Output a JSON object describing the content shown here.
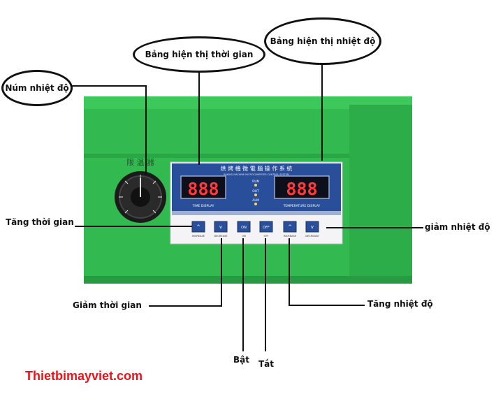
{
  "callouts": {
    "time_display": "Bảng hiện thị thời gian",
    "temp_display": "Bảng hiện thị nhiệt độ",
    "temp_knob": "Núm nhiệt độ",
    "time_increase": "Tăng thời gian",
    "temp_decrease": "giảm nhiệt độ",
    "time_decrease": "Giảm thời gian",
    "temp_increase": "Tăng nhiệt độ",
    "power_on": "Bật",
    "power_off": "Tắt"
  },
  "panel": {
    "knob_label": "限 温 器",
    "title_cn": "烘 烤 機 微 電 腦 操 作 系 統",
    "title_en": "BAKING MACHINE MICROCOMPUTER CONTROL SYSTEM",
    "time_digits": "888",
    "temp_digits": "888",
    "time_caption": "TIME DISPLAY",
    "temp_caption": "TEMPERATURE DISPLAY",
    "indicators": [
      "RUN",
      "OUT",
      "ALM"
    ],
    "buttons": [
      {
        "symbol": "^",
        "text": "INCREASE"
      },
      {
        "symbol": "v",
        "text": "DECREASE"
      },
      {
        "symbol": "ON",
        "text": "ON"
      },
      {
        "symbol": "OFF",
        "text": "OFF"
      },
      {
        "symbol": "^",
        "text": "INCREASE"
      },
      {
        "symbol": "v",
        "text": "DECREASE"
      }
    ]
  },
  "brand": "Thietbimayviet.com",
  "colors": {
    "machine_green": "#2fb84f",
    "panel_blue": "#2a4f9a",
    "led_red": "#ff3a3a",
    "brand_red": "#e8141b"
  }
}
